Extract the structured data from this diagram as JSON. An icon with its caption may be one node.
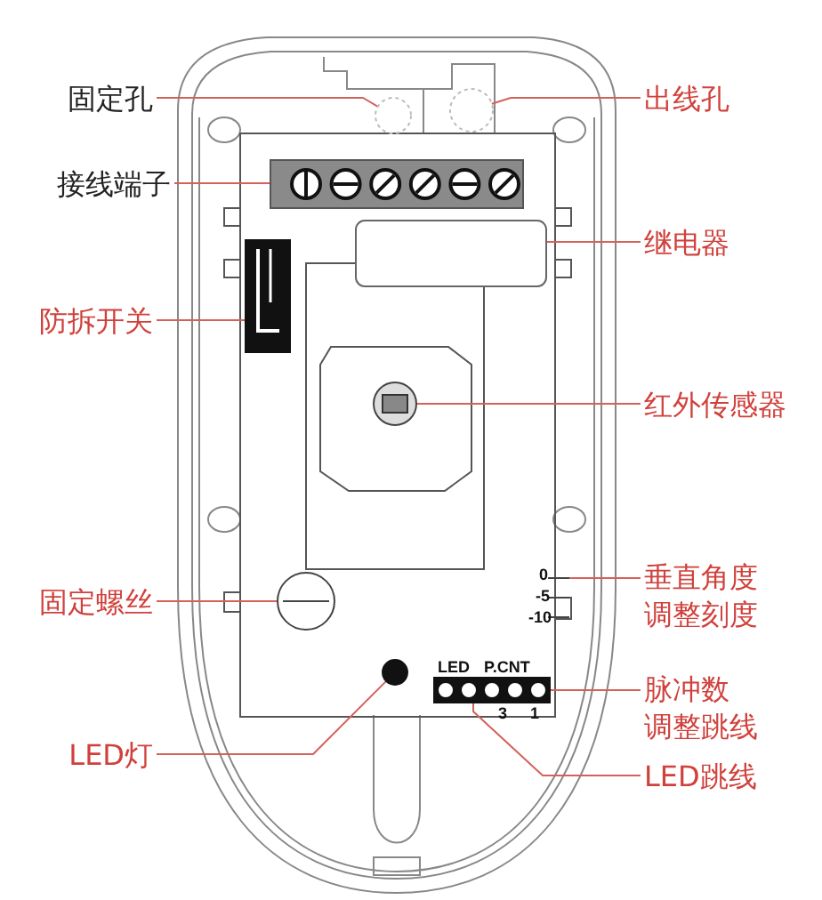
{
  "diagram": {
    "nodes": [
      {
        "text": [
          "固定孔"
        ]
      },
      {
        "text": [
          "接线端子"
        ]
      },
      {
        "text": [
          "防拆开关"
        ]
      },
      {
        "text": [
          "固定螺丝"
        ]
      },
      {
        "text": [
          "LED灯"
        ]
      },
      {
        "text": [
          "出线孔"
        ]
      },
      {
        "text": [
          "继电器"
        ]
      },
      {
        "text": [
          "红外传感器"
        ]
      },
      {
        "text": [
          "垂直角度调整刻度"
        ]
      },
      {
        "text": [
          "脉冲数调整跳线"
        ]
      },
      {
        "text": [
          "LED跳线"
        ]
      },
      {
        "text": [],
        "shape": "circle"
      },
      {
        "text": [],
        "shape": "circle"
      },
      {
        "text": [],
        "shape": "box"
      },
      {
        "text": [],
        "shape": "box"
      },
      {
        "text": [],
        "shape": "box"
      },
      {
        "text": [],
        "shape": "circle"
      },
      {
        "text": [],
        "shape": "bar"
      },
      {
        "text": [],
        "shape": "circle"
      },
      {
        "text": [],
        "shape": "circle"
      },
      {
        "text": [],
        "shape": "box"
      },
      {
        "text": [],
        "shape": "box"
      }
    ],
    "edges": [
      {
        "from": 0,
        "to": 11,
        "arrow": "none"
      },
      {
        "from": 5,
        "to": 12,
        "arrow": "none"
      },
      {
        "from": 1,
        "to": 13,
        "arrow": "none"
      },
      {
        "from": 6,
        "to": 14,
        "arrow": "none"
      },
      {
        "from": 2,
        "to": 15,
        "arrow": "none"
      },
      {
        "from": 7,
        "to": 16,
        "arrow": "none"
      },
      {
        "from": 8,
        "to": 17,
        "arrow": "none"
      },
      {
        "from": 3,
        "to": 18,
        "arrow": "none"
      },
      {
        "from": 4,
        "to": 19,
        "arrow": "none"
      },
      {
        "from": 9,
        "to": 20,
        "arrow": "none"
      },
      {
        "from": 10,
        "to": 21,
        "arrow": "none"
      }
    ],
    "labels": [
      "0",
      "-5",
      "-10",
      "LED",
      "P.CNT",
      "3",
      "1"
    ]
  }
}
